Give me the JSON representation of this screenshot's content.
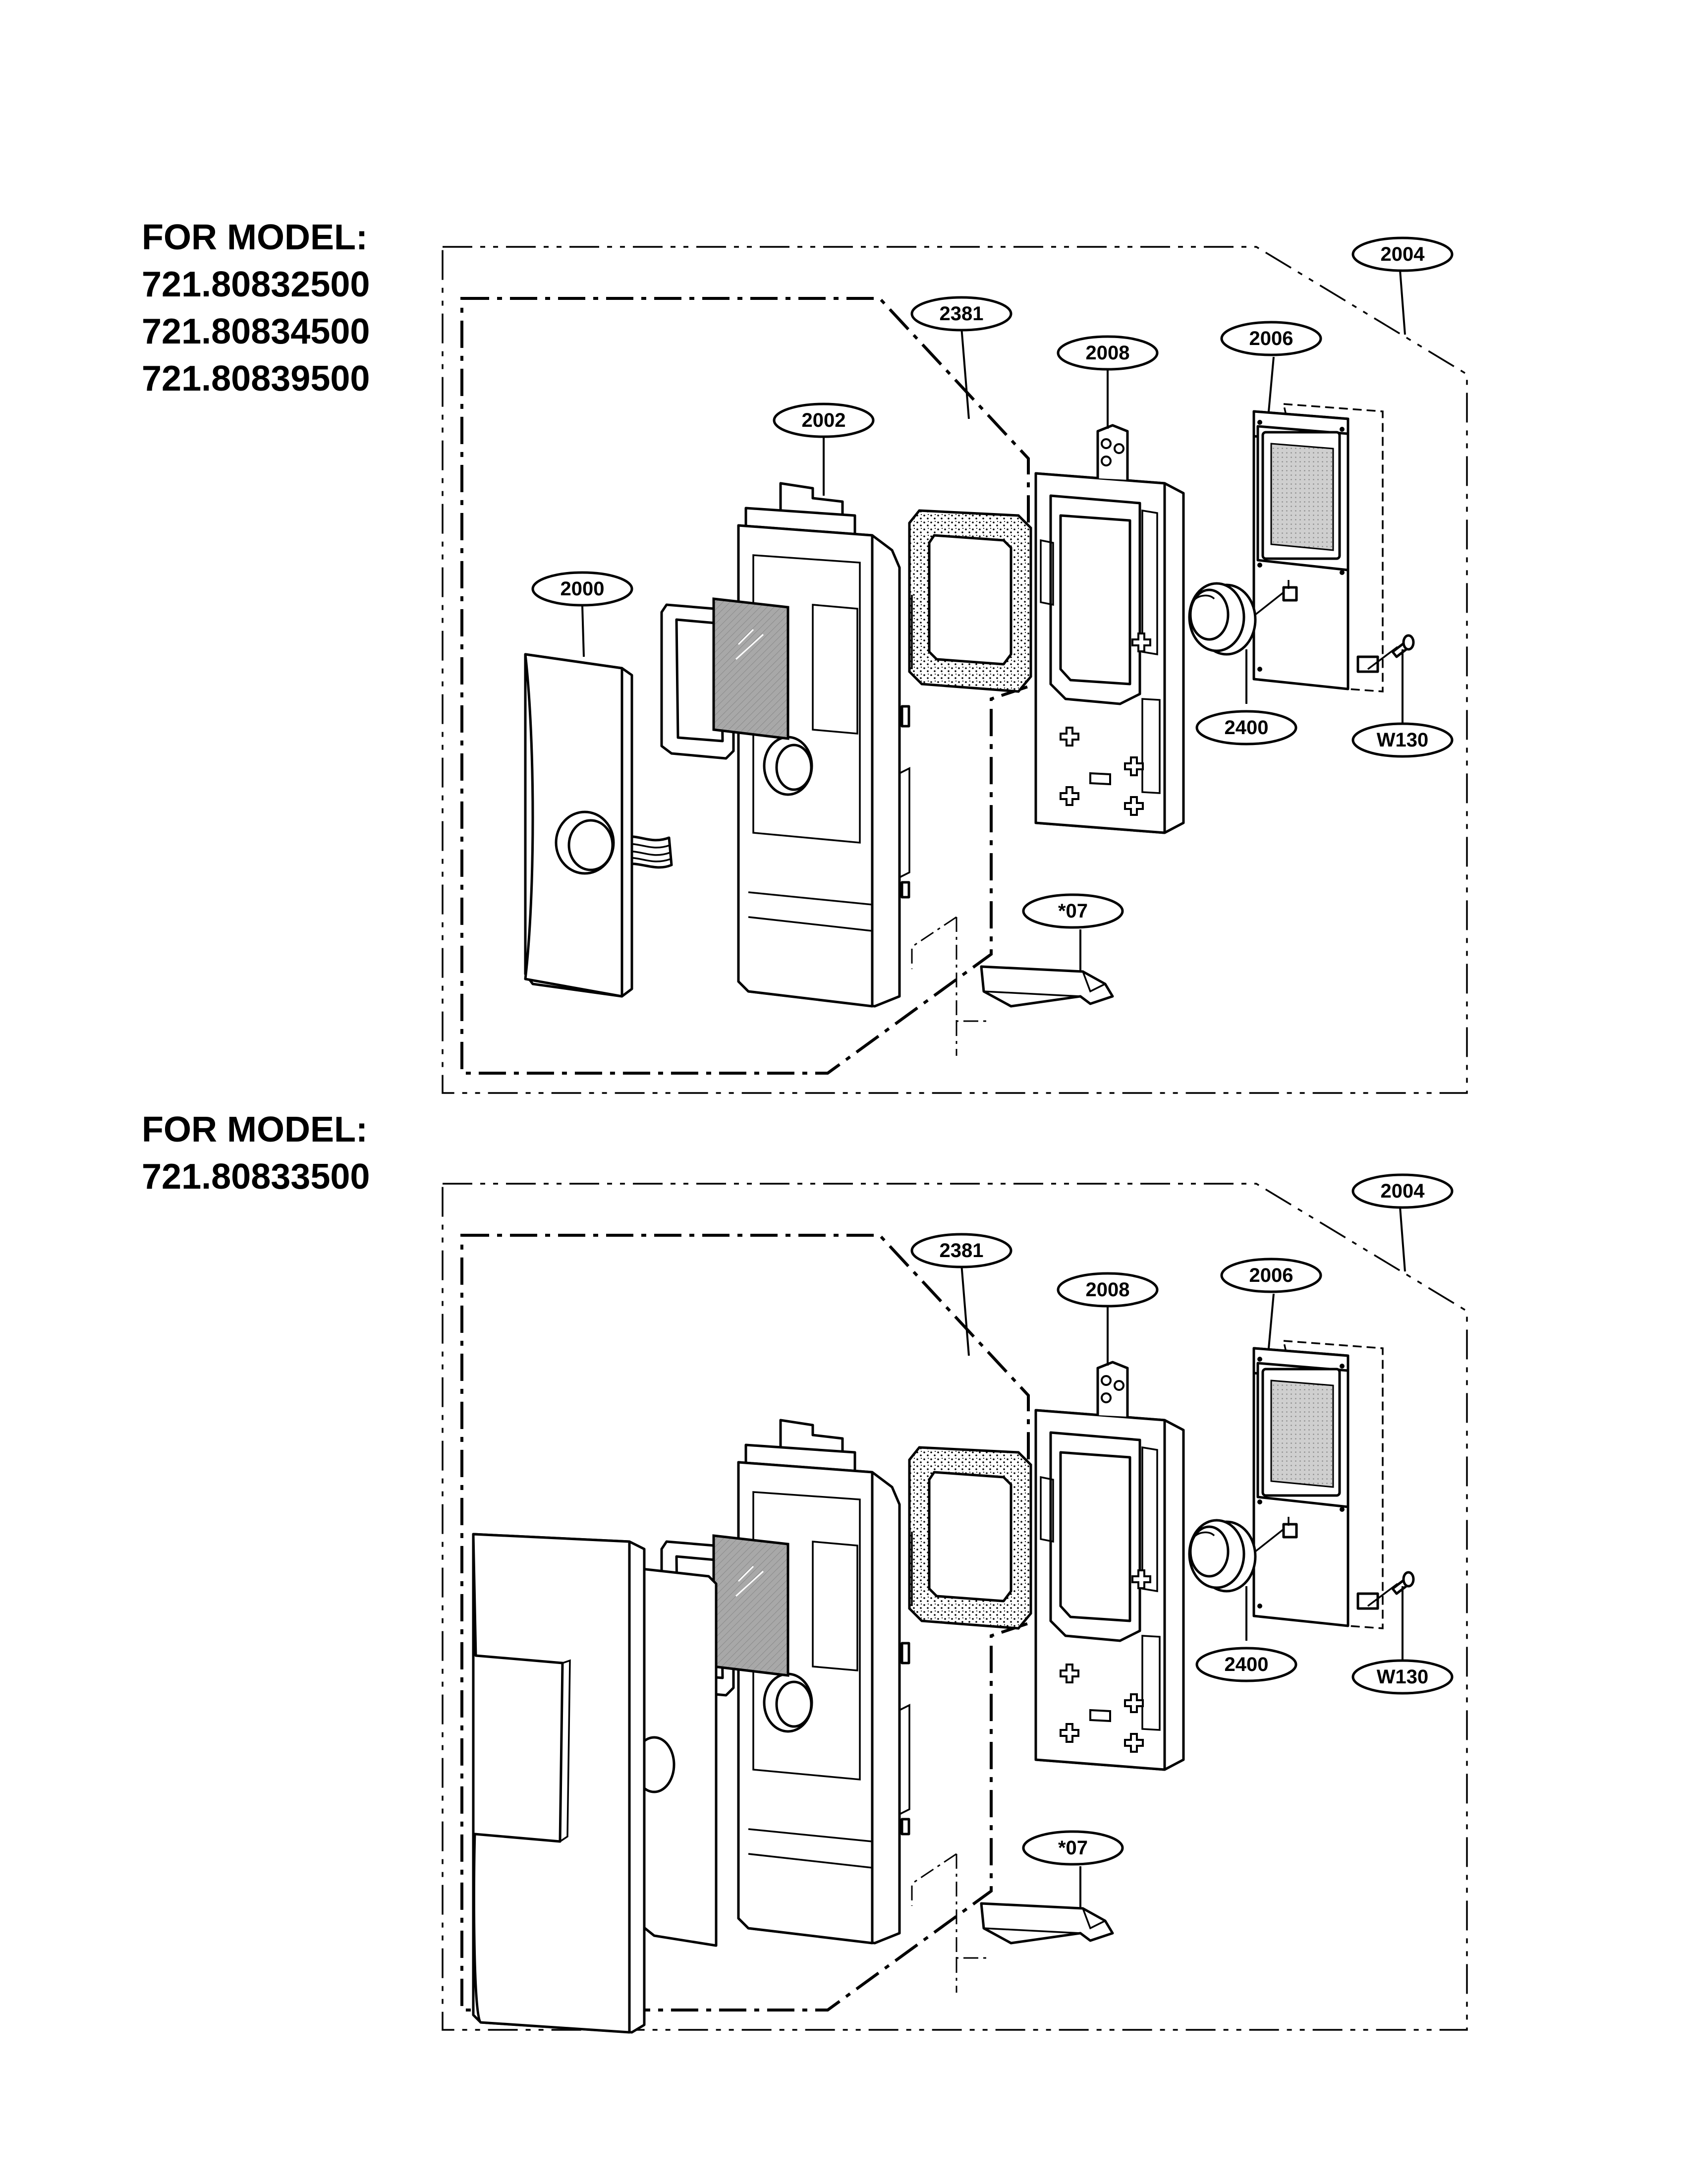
{
  "sections": [
    {
      "heading": [
        "FOR MODEL:",
        "721.80832500",
        "721.80834500",
        "721.80839500"
      ],
      "callouts": {
        "c2004": "2004",
        "c2381": "2381",
        "c2008": "2008",
        "c2006": "2006",
        "c2002": "2002",
        "c2000": "2000",
        "c2400": "2400",
        "cW130": "W130",
        "c07": "*07"
      }
    },
    {
      "heading": [
        "FOR MODEL:",
        "721.80833500"
      ],
      "callouts": {
        "c2004": "2004",
        "c2381": "2381",
        "c2008": "2008",
        "c2006": "2006",
        "c2400": "2400",
        "cW130": "W130",
        "c07": "*07"
      }
    }
  ]
}
